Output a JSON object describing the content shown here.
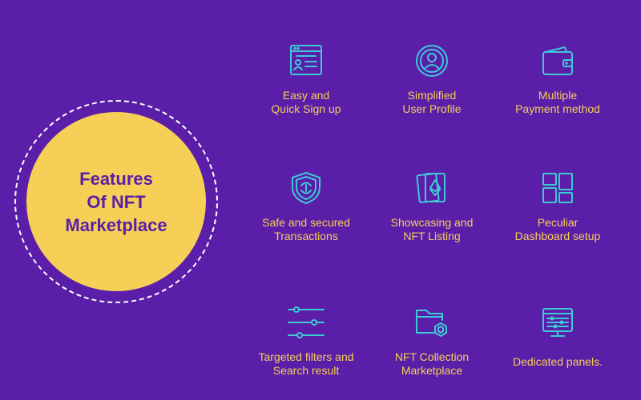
{
  "center": {
    "lines": [
      "Features",
      "Of NFT",
      "Marketplace"
    ]
  },
  "features": [
    {
      "icon": "signup-form-icon",
      "lines": [
        "Easy and",
        "Quick Sign up"
      ]
    },
    {
      "icon": "user-profile-icon",
      "lines": [
        "Simplified",
        "User Profile"
      ]
    },
    {
      "icon": "wallet-icon",
      "lines": [
        "Multiple",
        "Payment method"
      ]
    },
    {
      "icon": "shield-exchange-icon",
      "lines": [
        "Safe and secured",
        "Transactions"
      ]
    },
    {
      "icon": "ethereum-card-icon",
      "lines": [
        "Showcasing and",
        "NFT Listing"
      ]
    },
    {
      "icon": "dashboard-grid-icon",
      "lines": [
        "Peculiar",
        "Dashboard setup"
      ]
    },
    {
      "icon": "filter-sliders-icon",
      "lines": [
        "Targeted filters and",
        "Search result"
      ]
    },
    {
      "icon": "folder-hexagon-icon",
      "lines": [
        "NFT Collection",
        "Marketplace"
      ]
    },
    {
      "icon": "control-panel-icon",
      "lines": [
        "Dedicated panels."
      ]
    }
  ],
  "colors": {
    "background": "#5a1ea8",
    "circle": "#f6cf57",
    "icon": "#3ec9d6",
    "label": "#f6cf57"
  }
}
